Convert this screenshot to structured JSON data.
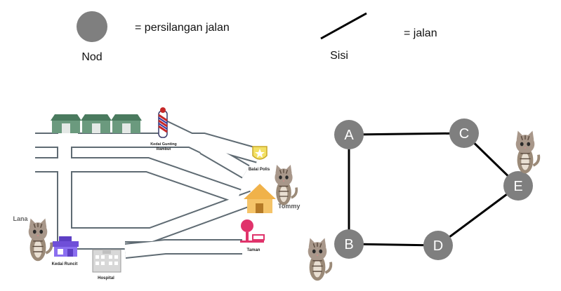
{
  "legend": {
    "node_caption": "Nod",
    "node_meaning": "= persilangan jalan",
    "edge_caption": "Sisi",
    "edge_meaning": "= jalan"
  },
  "map": {
    "places": {
      "barber": "Kedai Gunting Rambut",
      "barber_line1": "Kedai Gunting",
      "barber_line2": "Rambut",
      "police": "Balai Polis",
      "home": "Tommy",
      "park": "Taman",
      "shop": "Kedai Runcit",
      "hospital": "Hospital",
      "lana": "Lana"
    }
  },
  "graph": {
    "nodes": [
      "A",
      "B",
      "C",
      "D",
      "E"
    ],
    "edges": [
      [
        "A",
        "C"
      ],
      [
        "A",
        "B"
      ],
      [
        "C",
        "E"
      ],
      [
        "B",
        "D"
      ],
      [
        "D",
        "E"
      ]
    ],
    "colors": {
      "node": "#7f7f7f",
      "edge": "#000000"
    }
  }
}
